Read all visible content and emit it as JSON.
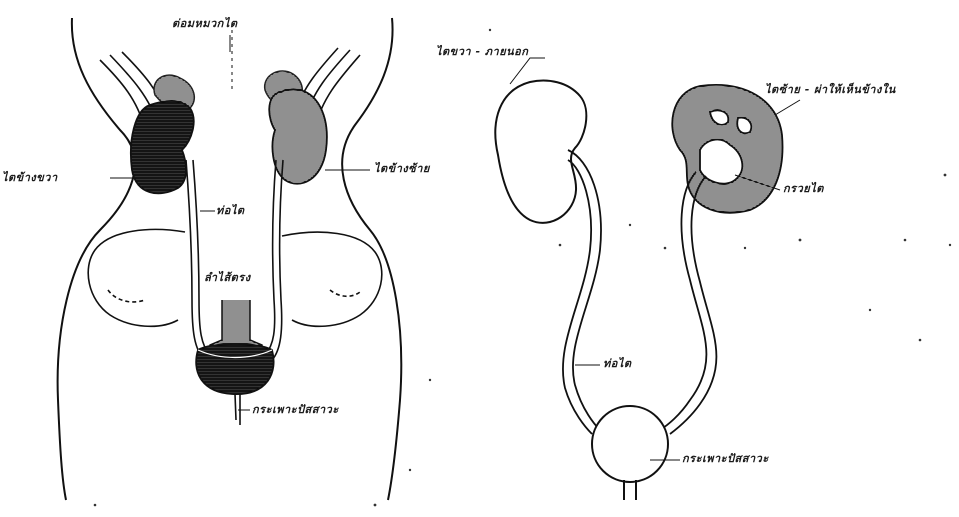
{
  "left_figure": {
    "labels": {
      "adrenal_gland": "ต่อมหมวกไต",
      "right_kidney": "ไตข้างขวา",
      "left_kidney": "ไตข้างซ้าย",
      "ureter": "ท่อไต",
      "urinary_bladder_label": "กระเพาะปัสสาวะ",
      "rectum": "ลำไส้ตรง"
    }
  },
  "right_figure": {
    "labels": {
      "kidney_external": "ไตขวา - ภายนอก",
      "kidney_section": "ไตซ้าย - ผ่าให้เห็นข้างใน",
      "renal_pelvis": "กรวยไต",
      "ureter": "ท่อไต",
      "urinary_bladder": "กระเพาะปัสสาวะ"
    }
  }
}
